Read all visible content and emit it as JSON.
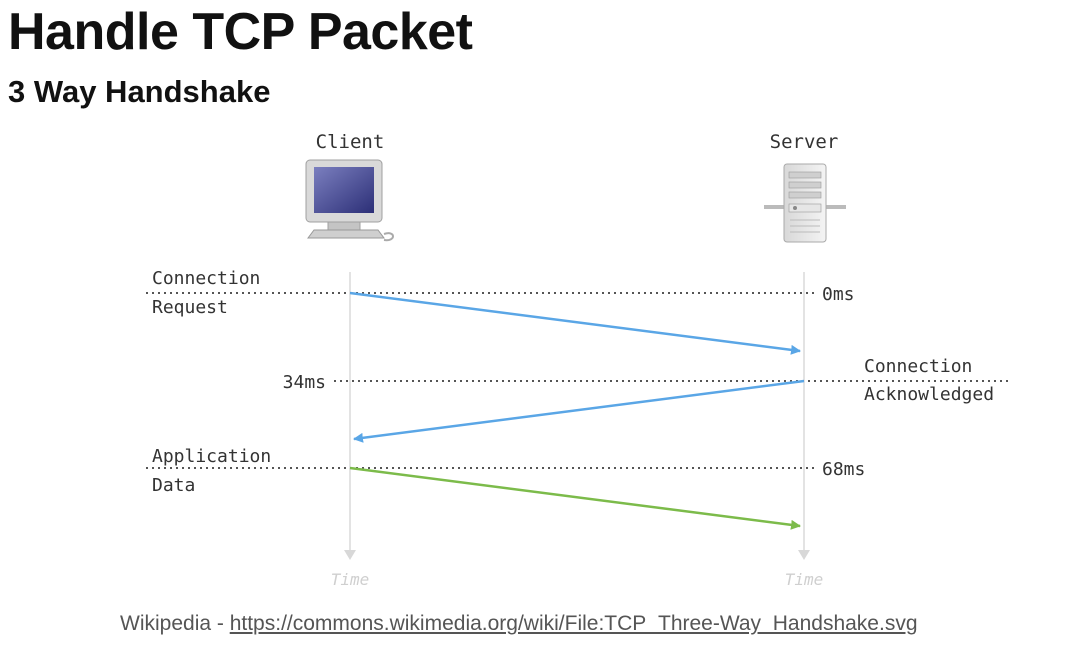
{
  "title": "Handle TCP Packet",
  "subtitle": "3 Way Handshake",
  "diagram": {
    "client_label": "Client",
    "server_label": "Server",
    "client_icon": "computer-icon",
    "server_icon": "server-tower-icon",
    "events": {
      "connection_request": [
        "Connection",
        "Request"
      ],
      "connection_acknowledged": [
        "Connection",
        "Acknowledged"
      ],
      "application_data": [
        "Application",
        "Data"
      ]
    },
    "timestamps": {
      "t0": "0ms",
      "t1": "34ms",
      "t2": "68ms"
    },
    "time_axis_label": "Time",
    "colors": {
      "request_arrow": "#5aa6e6",
      "ack_arrow": "#5aa6e6",
      "data_arrow": "#7cbb4a"
    }
  },
  "caption": {
    "prefix": "Wikipedia - ",
    "link": "https://commons.wikimedia.org/wiki/File:TCP_Three-Way_Handshake.svg"
  }
}
